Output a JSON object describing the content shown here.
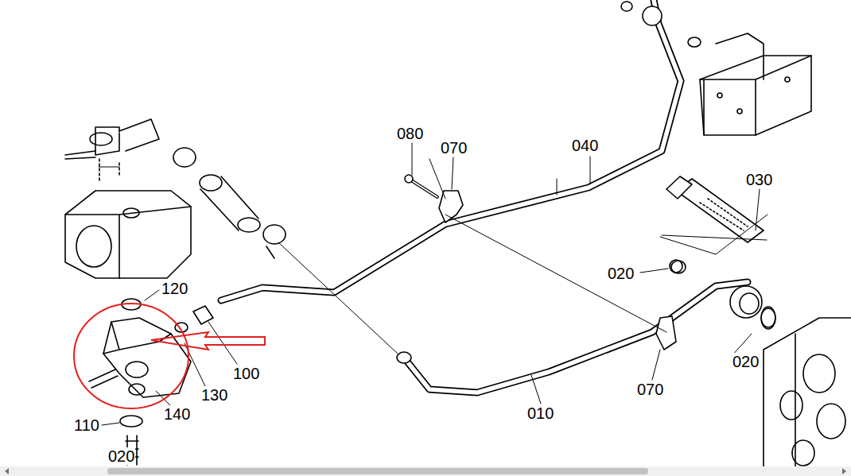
{
  "diagram": {
    "labels": [
      "080",
      "070",
      "040",
      "030",
      "020",
      "120",
      "100",
      "130",
      "140",
      "110",
      "010",
      "070",
      "020",
      "020"
    ]
  }
}
